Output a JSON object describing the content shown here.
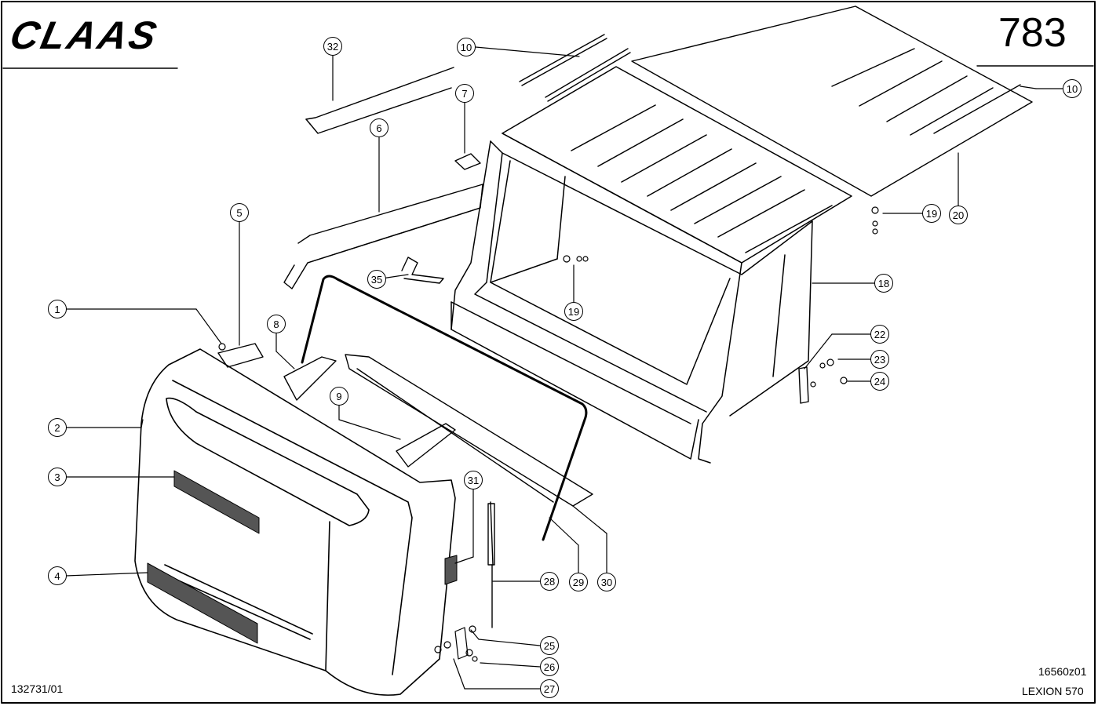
{
  "header": {
    "brand_logo_text": "CLAAS",
    "page_number": "783"
  },
  "footer": {
    "drawing_number": "132731/01",
    "figure_id": "16560z01",
    "model": "LEXION 570"
  },
  "callouts": [
    "1",
    "2",
    "3",
    "4",
    "5",
    "6",
    "7",
    "8",
    "9",
    "10",
    "10",
    "18",
    "19",
    "19",
    "20",
    "22",
    "23",
    "24",
    "25",
    "26",
    "27",
    "28",
    "29",
    "30",
    "31",
    "32",
    "35"
  ],
  "colors": {
    "ink": "#000000",
    "paper": "#ffffff"
  }
}
